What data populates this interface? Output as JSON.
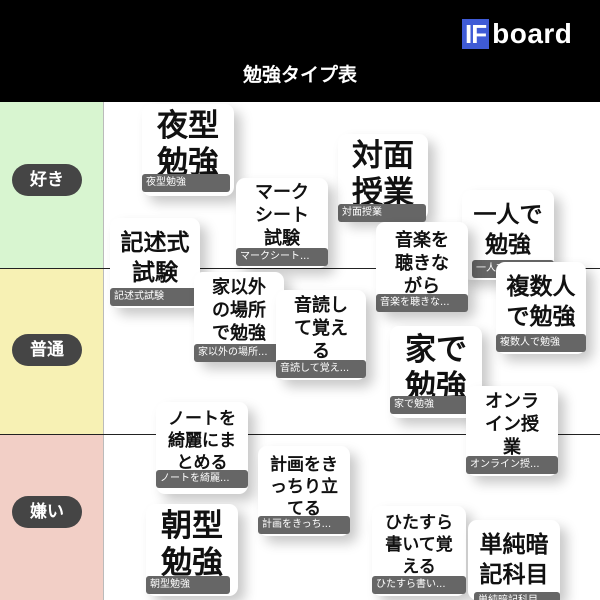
{
  "header": {
    "logo_if": "IF",
    "logo_board": "board",
    "title": "勉強タイプ表"
  },
  "rows": {
    "like": "好き",
    "normal": "普通",
    "dislike": "嫌い"
  },
  "cards": {
    "yorugata": {
      "title": "夜型\n勉強",
      "tag": "夜型勉強"
    },
    "taimen": {
      "title": "対面\n授業",
      "tag": "対面授業"
    },
    "mark": {
      "title": "マーク\nシート\n試験",
      "tag": "マークシート..."
    },
    "hitori": {
      "title": "一人で\n勉強",
      "tag": "一人で勉強"
    },
    "ongaku": {
      "title": "音楽を\n聴きな\nがら",
      "tag": "音楽を聴きな..."
    },
    "kijutsu": {
      "title": "記述式\n試験",
      "tag": "記述式試験"
    },
    "fukusu": {
      "title": "複数人\nで勉強",
      "tag": "複数人で勉強"
    },
    "ieigai": {
      "title": "家以外\nの場所\nで勉強",
      "tag": "家以外の場所..."
    },
    "ondoku": {
      "title": "音読し\nて覚え\nる",
      "tag": "音読して覚え..."
    },
    "iede": {
      "title": "家で\n勉強",
      "tag": "家で勉強"
    },
    "online": {
      "title": "オンラ\nイン授\n業",
      "tag": "オンライン授..."
    },
    "note": {
      "title": "ノートを\n綺麗にま\nとめる",
      "tag": "ノートを綺麗..."
    },
    "keikaku": {
      "title": "計画をき\nっちり立\nてる",
      "tag": "計画をきっち..."
    },
    "asagata": {
      "title": "朝型\n勉強",
      "tag": "朝型勉強"
    },
    "hitasura": {
      "title": "ひたすら\n書いて覚\nえる",
      "tag": "ひたすら書い..."
    },
    "tanjun": {
      "title": "単純暗\n記科目",
      "tag": "単純暗記科目"
    }
  }
}
